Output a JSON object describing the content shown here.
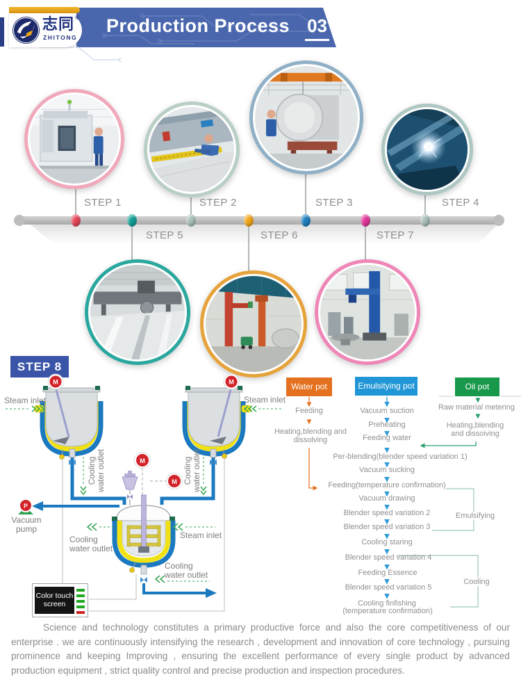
{
  "header": {
    "logo": {
      "brand_cn": "志同",
      "brand_en": "ZHITONG",
      "registered": "®"
    },
    "title": "Production Process",
    "page_number": "03",
    "banner_color": "#4a67ae",
    "gold_color": "#e8a417"
  },
  "timeline": {
    "steps": [
      {
        "label": "STEP 1",
        "dot_color": "#e8465a",
        "photo": "cnc-machining-center"
      },
      {
        "label": "STEP 2",
        "dot_color": "#a9c0ba",
        "photo": "sheet-metal-shearing"
      },
      {
        "label": "STEP 3",
        "dot_color": "#1e7fc0",
        "photo": "tank-shell-rolling-crane"
      },
      {
        "label": "STEP 4",
        "dot_color": "#a9c0ba",
        "photo": "welding-sparks"
      },
      {
        "label": "STEP 5",
        "dot_color": "#14a096",
        "photo": "surface-grinding"
      },
      {
        "label": "STEP 6",
        "dot_color": "#f2a71b",
        "photo": "column-welding-machines"
      },
      {
        "label": "STEP 7",
        "dot_color": "#e3379d",
        "photo": "boom-column-machine"
      }
    ]
  },
  "step8": {
    "label": "STEP 8"
  },
  "diagram": {
    "motor": "M",
    "pump": "P",
    "steam_inlet": "Steam inlet",
    "cooling_water_outlet": "Cooling water outlet",
    "vacuum_pump": "Vacuum pump",
    "touch_screen": "Color touch screen"
  },
  "flowchart": {
    "pots": [
      {
        "label": "Water pot",
        "color": "#e4711f"
      },
      {
        "label": "Emulsitying pot",
        "color": "#2196d6"
      },
      {
        "label": "Oil pot",
        "color": "#17984a"
      }
    ],
    "water_steps": [
      "Feeding",
      "Heating,blending and dissolving"
    ],
    "emulsifying_steps": [
      "Vacuum suction",
      "Preheating",
      "Feeding water"
    ],
    "oil_steps": [
      "Raw material metering",
      "Heating,blending and dissoiving"
    ],
    "main_steps": [
      "Per-blending(blender speed variation 1)",
      "Vacuum sucking",
      "Feeding(temperature confirmation)",
      "Vacuum drawing",
      "Blender speed variation 2",
      "Blender speed variation 3",
      "Cooling staring",
      "Blender speed variation 4",
      "Feeding Essence",
      "Blender speed variation 5",
      "Cooling finfishing",
      "(temperature confirmation)"
    ],
    "stage_labels": [
      "Emulsifying",
      "Cooling"
    ]
  },
  "footer": {
    "paragraph": "Science and technology constitutes a primary productive force and also the core competitiveness of our enterprise . we are continuously intensifying the research , development and innovation of core technology , pursuing prominence and keeping Improving , ensuring the excellent performance of every single product by advanced production equipment , strict quality control and precise production and inspection procedures."
  }
}
